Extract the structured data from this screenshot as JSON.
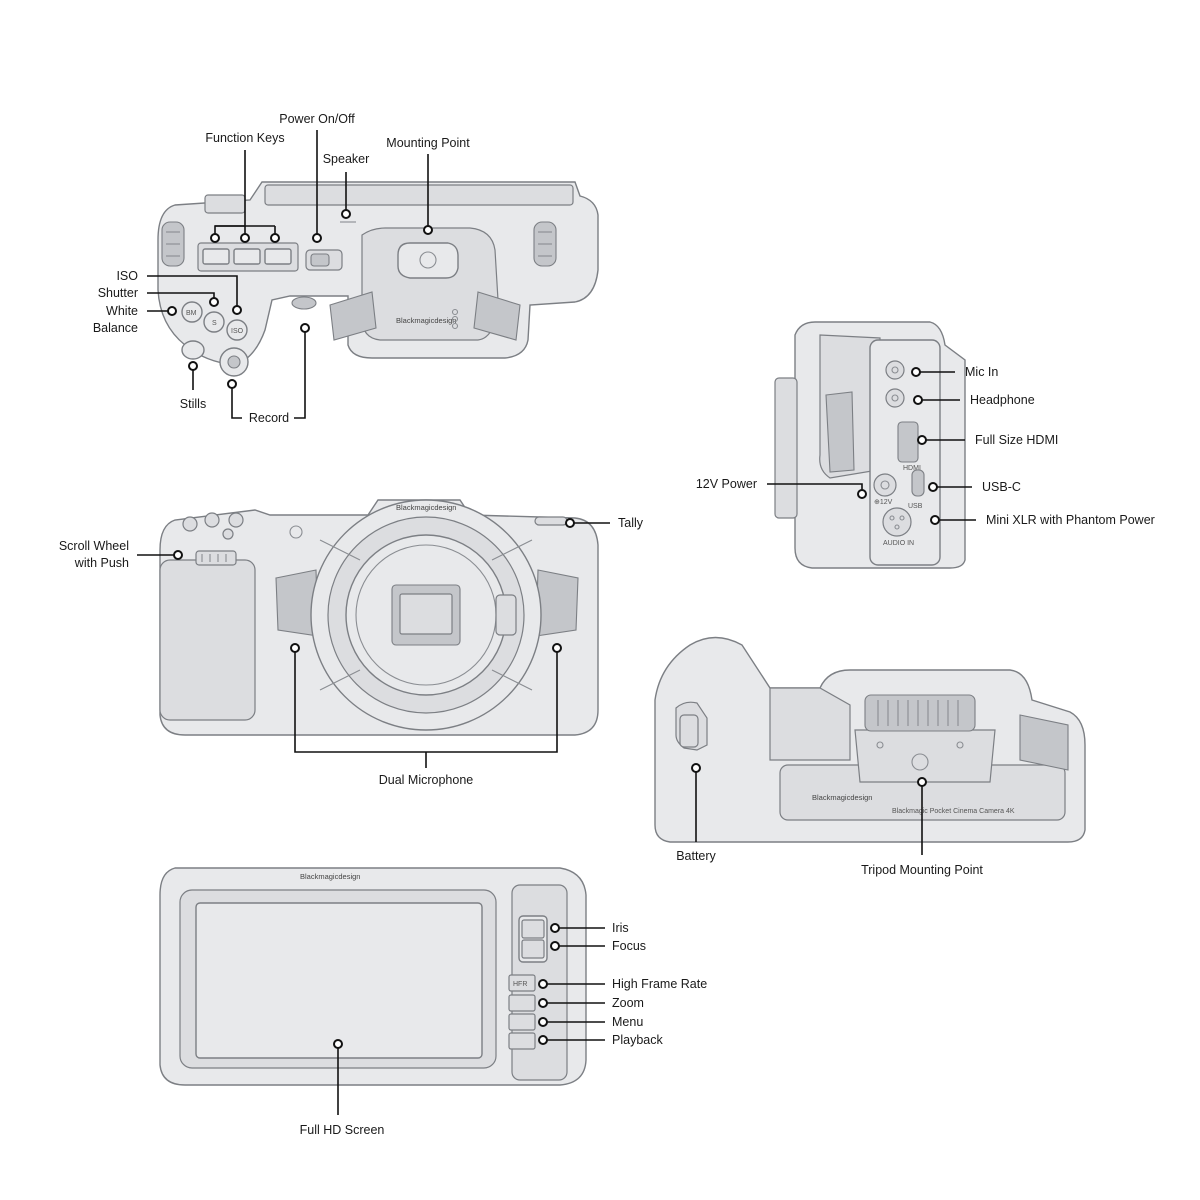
{
  "views": {
    "top": {
      "labels": {
        "power": "Power On/Off",
        "function_keys": "Function Keys",
        "speaker": "Speaker",
        "mounting_point": "Mounting Point",
        "iso": "ISO",
        "shutter": "Shutter",
        "white_balance_1": "White",
        "white_balance_2": "Balance",
        "stills": "Stills",
        "record": "Record"
      },
      "button_text": {
        "wb": "BM",
        "shutter": "S",
        "iso": "ISO"
      },
      "brand": "Blackmagicdesign"
    },
    "side": {
      "labels": {
        "mic_in": "Mic In",
        "headphone": "Headphone",
        "hdmi": "Full Size HDMI",
        "power12v": "12V Power",
        "usbc": "USB-C",
        "mini_xlr": "Mini XLR with Phantom Power"
      },
      "port_text": {
        "hdmi": "HDMI",
        "v12": "⊕12V",
        "usb": "USB",
        "audio": "AUDIO IN"
      }
    },
    "front": {
      "labels": {
        "scroll_1": "Scroll Wheel",
        "scroll_2": "with Push",
        "tally": "Tally",
        "dual_mic": "Dual Microphone"
      },
      "brand": "Blackmagicdesign"
    },
    "bottom": {
      "labels": {
        "battery": "Battery",
        "tripod": "Tripod Mounting Point"
      },
      "plate_text": "Blackmagic Pocket Cinema Camera 4K",
      "brand": "Blackmagicdesign"
    },
    "rear": {
      "labels": {
        "iris": "Iris",
        "focus": "Focus",
        "hfr": "High Frame Rate",
        "zoom": "Zoom",
        "menu": "Menu",
        "playback": "Playback",
        "screen": "Full HD Screen"
      },
      "button_text": {
        "hfr": "HFR"
      },
      "brand": "Blackmagicdesign"
    }
  }
}
